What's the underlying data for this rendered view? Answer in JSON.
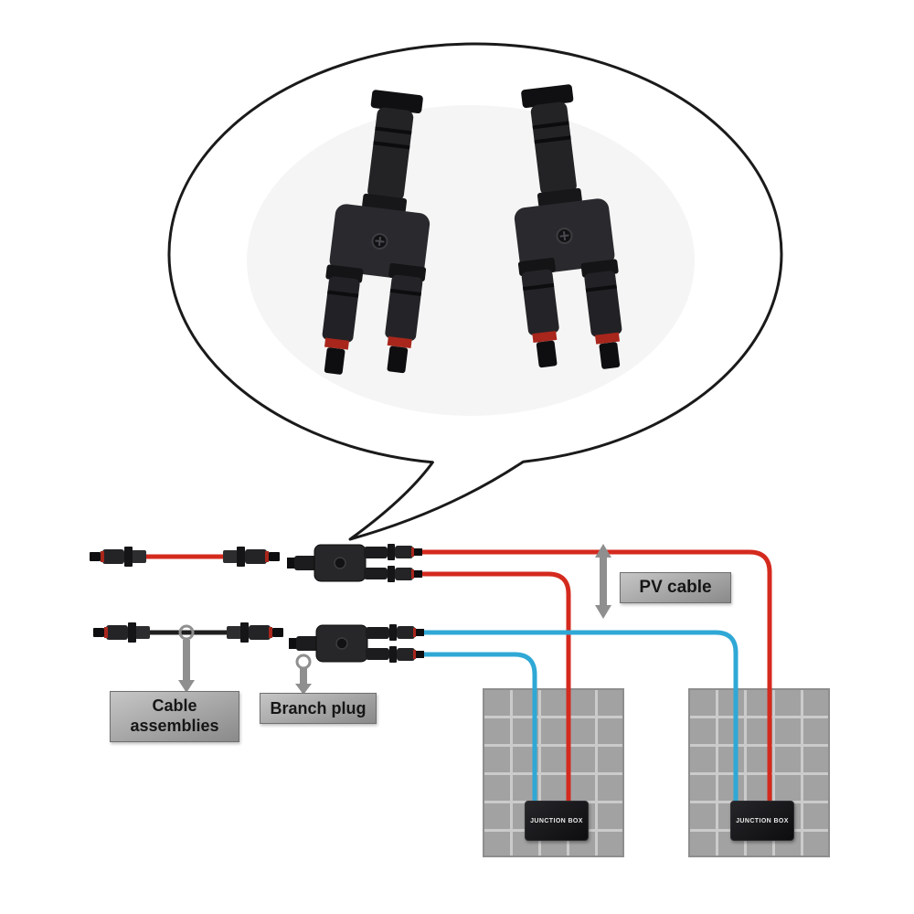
{
  "figure": {
    "pv_cable_label": "PV cable",
    "cable_assemblies_label": "Cable assemblies",
    "branch_plug_label": "Branch plug",
    "junction_box_label": "JUNCTION BOX"
  },
  "colors": {
    "red_cable": "#d42a1e",
    "blue_cable": "#2fa8d5",
    "black_cable": "#1f1f1f",
    "connector_body": "#242426",
    "panel_gray": "#a2a2a2",
    "panel_grid_line": "#cbcbcb",
    "label_box_light": "#c6c6c6",
    "label_box_dark": "#8a8a8a",
    "arrow_gray": "#8f8f8f",
    "bubble_outline": "#1a1a1a"
  }
}
